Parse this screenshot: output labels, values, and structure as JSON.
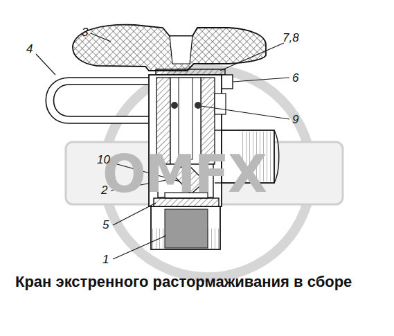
{
  "diagram": {
    "caption": "Кран экстренного растормаживания в сборе",
    "labels": [
      "3",
      "4",
      "7,8",
      "6",
      "9",
      "10",
      "2",
      "5",
      "1",
      "OMFX"
    ]
  }
}
